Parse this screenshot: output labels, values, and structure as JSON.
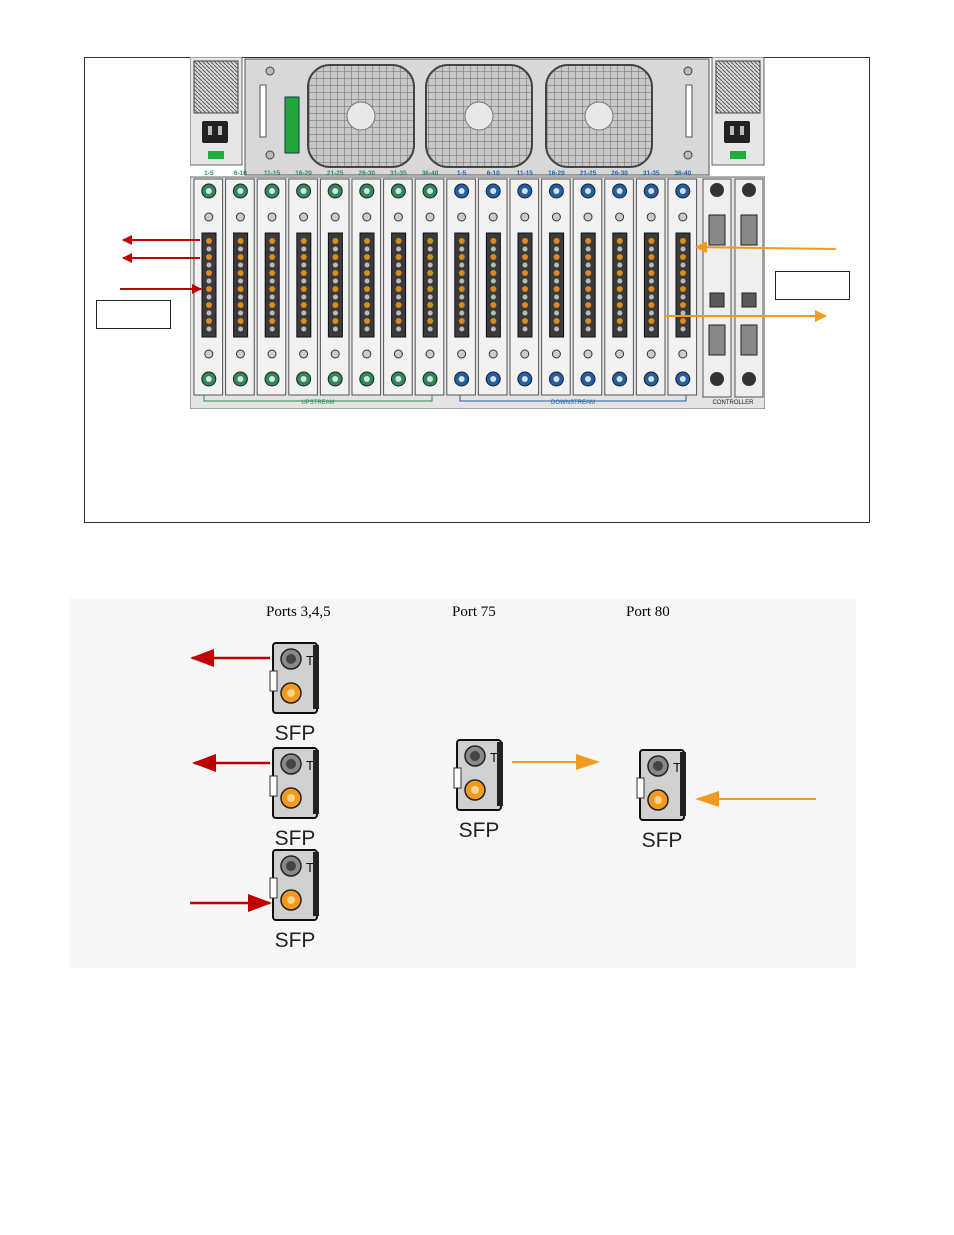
{
  "chassis": {
    "upstream_labels": [
      "1-5",
      "6-10",
      "11-15",
      "16-20",
      "21-25",
      "26-30",
      "31-35",
      "36-40"
    ],
    "downstream_labels": [
      "1-5",
      "6-10",
      "11-15",
      "16-20",
      "21-25",
      "26-30",
      "31-35",
      "36-40"
    ],
    "upstream_section": "UPSTREAM",
    "downstream_section": "DOWNSTREAM",
    "controller_label": "CONTROLLER",
    "colors": {
      "upstream": "#2a8a5a",
      "downstream": "#1f5fa8",
      "port_orange": "#d98a1a",
      "arrow_red": "#c00000",
      "arrow_orange": "#f39a1e"
    }
  },
  "ports": {
    "group1_caption": "Ports 3,4,5",
    "group2_caption": "Port 75",
    "group3_caption": "Port 80",
    "sfp_label": "SFP",
    "sfp_t_label": "T"
  }
}
